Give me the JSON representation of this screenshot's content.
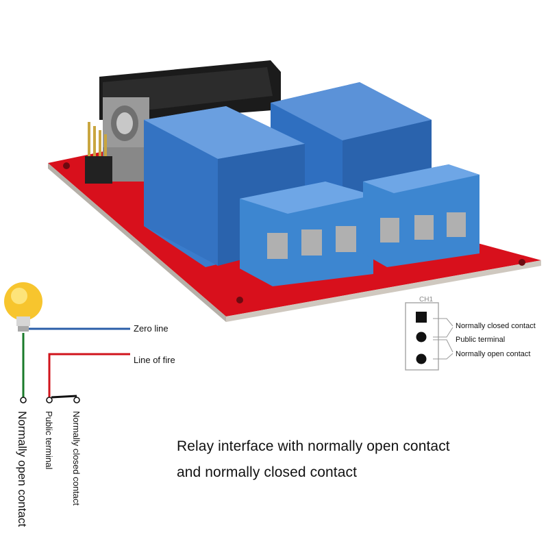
{
  "wiring": {
    "zero_line": "Zero line",
    "line_of_fire": "Line of fire",
    "normally_open": "Normally open contact",
    "public_terminal": "Public terminal",
    "normally_closed": "Normally closed contact"
  },
  "channel_diagram": {
    "title": "CH1",
    "pins": [
      {
        "label": "Normally closed contact"
      },
      {
        "label": "Public terminal"
      },
      {
        "label": "Normally open contact"
      }
    ]
  },
  "caption": {
    "line1": "Relay interface with normally open contact",
    "line2": "and normally closed contact"
  },
  "colors": {
    "pcb": "#d8101c",
    "relay": "#2f6fc0",
    "terminal": "#3d86d0",
    "neutral_wire": "#2a5ea8",
    "live_wire": "#d0141c",
    "ground_wire": "#1a7a2a"
  }
}
